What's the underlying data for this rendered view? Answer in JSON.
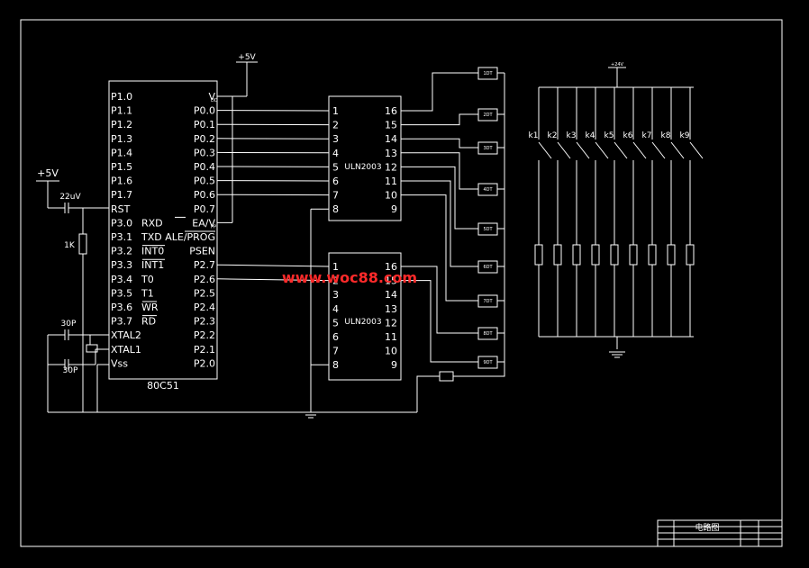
{
  "mcu": {
    "name": "80C51",
    "left_pins": [
      "P1.0",
      "P1.1",
      "P1.2",
      "P1.3",
      "P1.4",
      "P1.5",
      "P1.6",
      "P1.7",
      "RST",
      "P3.0",
      "P3.1",
      "P3.2",
      "P3.3",
      "P3.4",
      "P3.5",
      "P3.6",
      "P3.7",
      "XTAL2",
      "XTAL1",
      "Vss"
    ],
    "alt_pins": [
      "RXD",
      "TXD",
      "INT0",
      "INT1",
      "T0",
      "T1",
      "WR",
      "RD"
    ],
    "right_pins": [
      "V",
      "P0.0",
      "P0.1",
      "P0.2",
      "P0.3",
      "P0.4",
      "P0.5",
      "P0.6",
      "P0.7",
      "EA/V",
      "ALE/PROG",
      "PSEN",
      "P2.7",
      "P2.6",
      "P2.5",
      "P2.4",
      "P2.3",
      "P2.2",
      "P2.1",
      "P2.0"
    ],
    "sub_dd": "DD",
    "sub_pp": "PP"
  },
  "power": {
    "vcc_top": "+5V",
    "vcc_left": "+5V",
    "v24": "+24V"
  },
  "parts": {
    "cap_rst": "22uV",
    "res_rst": "1K",
    "cap_x1": "30P",
    "cap_x2": "30P"
  },
  "uln1": {
    "name": "ULN2003",
    "left": [
      "1",
      "2",
      "3",
      "4",
      "5",
      "6",
      "7",
      "8"
    ],
    "right": [
      "16",
      "15",
      "14",
      "13",
      "12",
      "11",
      "10",
      "9"
    ]
  },
  "uln2": {
    "name": "ULN2003",
    "left": [
      "1",
      "2",
      "3",
      "4",
      "5",
      "6",
      "7",
      "8"
    ],
    "right": [
      "16",
      "15",
      "14",
      "13",
      "12",
      "11",
      "10",
      "9"
    ]
  },
  "relays": [
    "1DT",
    "2DT",
    "3DT",
    "4DT",
    "5DT",
    "6DT",
    "7DT",
    "8DT",
    "9DT"
  ],
  "keys": [
    "k1",
    "k2",
    "k3",
    "k4",
    "k5",
    "k6",
    "k7",
    "k8",
    "k9"
  ],
  "watermark": "www.woc88.com",
  "title_block": {
    "drawing_name": "电路图"
  }
}
